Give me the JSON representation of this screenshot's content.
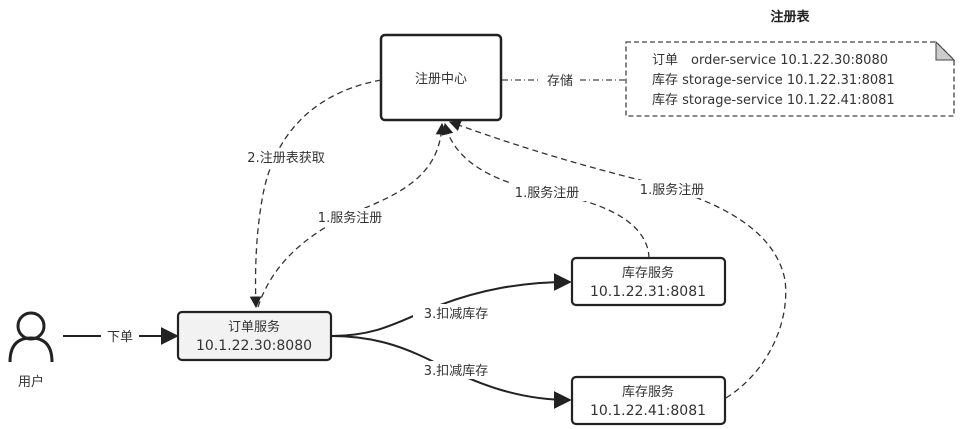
{
  "title": "注册表",
  "registry_center": {
    "label": "注册中心"
  },
  "registry_table": {
    "rows": [
      "订单　order-service 10.1.22.30:8080",
      "库存 storage-service 10.1.22.31:8081",
      "库存 storage-service 10.1.22.41:8081"
    ]
  },
  "user": {
    "label": "用户"
  },
  "order_service": {
    "name": "订单服务",
    "address": "10.1.22.30:8080"
  },
  "storage_service_1": {
    "name": "库存服务",
    "address": "10.1.22.31:8081"
  },
  "storage_service_2": {
    "name": "库存服务",
    "address": "10.1.22.41:8081"
  },
  "edges": {
    "store": "存储",
    "fetch_registry": "2.注册表获取",
    "register_order": "1.服务注册",
    "register_storage_1": "1.服务注册",
    "register_storage_2": "1.服务注册",
    "place_order": "下单",
    "deduct_1": "3.扣减库存",
    "deduct_2": "3.扣减库存"
  },
  "colors": {
    "stroke": "#222222",
    "order_fill": "#f2f2f2",
    "note_fold": "#cccccc"
  }
}
